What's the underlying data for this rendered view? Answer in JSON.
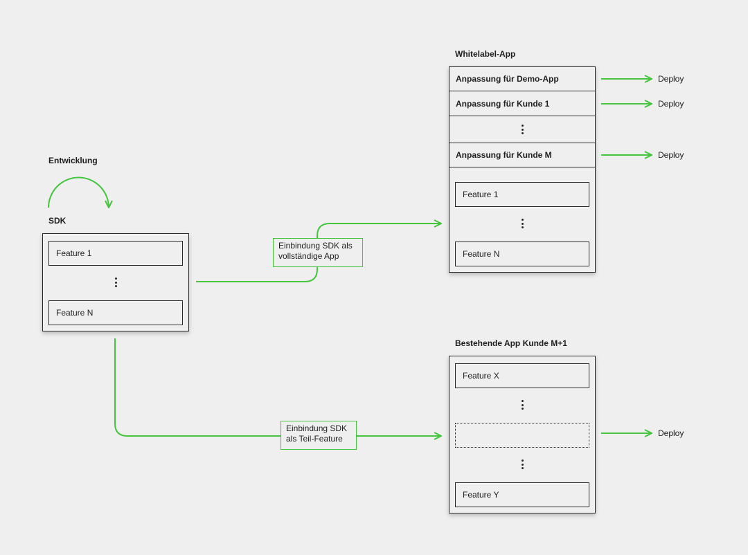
{
  "development": {
    "heading": "Entwicklung"
  },
  "sdk": {
    "heading": "SDK",
    "features": [
      "Feature 1",
      "Feature N"
    ]
  },
  "whitelabel": {
    "heading": "Whitelabel-App",
    "rows": [
      "Anpassung für Demo-App",
      "Anpassung für Kunde 1",
      "Anpassung für Kunde M"
    ],
    "features": [
      "Feature 1",
      "Feature N"
    ]
  },
  "existing_app": {
    "heading": "Bestehende App Kunde M+1",
    "features": [
      "Feature X",
      "Feature Y"
    ]
  },
  "connectors": {
    "full_app_line1": "Einbindung SDK als",
    "full_app_line2": "vollständige App",
    "sub_feature_line1": "Einbindung SDK",
    "sub_feature_line2": "als Teil-Feature"
  },
  "deploy_label": "Deploy",
  "colors": {
    "accent": "#45c43e",
    "background": "#efefef",
    "stroke": "#2a2a2a"
  }
}
